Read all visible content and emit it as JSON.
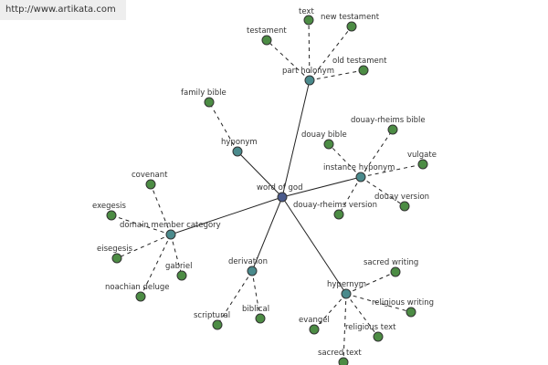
{
  "site": {
    "url": "http://www.artikata.com"
  },
  "colors": {
    "root": "#4a5a8c",
    "relation": "#4a8a8c",
    "leaf": "#4c8c44",
    "edge": "#222222"
  },
  "graph": {
    "root": {
      "id": "root",
      "label": "word of god"
    },
    "relations": [
      {
        "id": "part-holonym",
        "label": "part holonym",
        "leaves": [
          {
            "id": "testament",
            "label": "testament"
          },
          {
            "id": "text",
            "label": "text"
          },
          {
            "id": "new-testament",
            "label": "new testament"
          },
          {
            "id": "old-testament",
            "label": "old testament"
          }
        ]
      },
      {
        "id": "hyponym",
        "label": "hyponym",
        "leaves": [
          {
            "id": "family-bible",
            "label": "family bible"
          }
        ]
      },
      {
        "id": "instance-hyponym",
        "label": "instance hyponym",
        "leaves": [
          {
            "id": "douay-bible",
            "label": "douay bible"
          },
          {
            "id": "douay-rheims-bible",
            "label": "douay-rheims bible"
          },
          {
            "id": "vulgate",
            "label": "vulgate"
          },
          {
            "id": "douay-version",
            "label": "douay version"
          },
          {
            "id": "douay-rheims-version",
            "label": "douay-rheims version"
          }
        ]
      },
      {
        "id": "domain-member-category",
        "label": "domain member category",
        "leaves": [
          {
            "id": "covenant",
            "label": "covenant"
          },
          {
            "id": "exegesis",
            "label": "exegesis"
          },
          {
            "id": "eisegesis",
            "label": "eisegesis"
          },
          {
            "id": "gabriel",
            "label": "gabriel"
          },
          {
            "id": "noachian-deluge",
            "label": "noachian deluge"
          }
        ]
      },
      {
        "id": "derivation",
        "label": "derivation",
        "leaves": [
          {
            "id": "scriptural",
            "label": "scriptural"
          },
          {
            "id": "biblical",
            "label": "biblical"
          }
        ]
      },
      {
        "id": "hypernym",
        "label": "hypernym",
        "leaves": [
          {
            "id": "sacred-writing",
            "label": "sacred writing"
          },
          {
            "id": "religious-writing",
            "label": "religious writing"
          },
          {
            "id": "religious-text",
            "label": "religious text"
          },
          {
            "id": "evangel",
            "label": "evangel"
          },
          {
            "id": "sacred-text",
            "label": "sacred text"
          }
        ]
      }
    ]
  }
}
